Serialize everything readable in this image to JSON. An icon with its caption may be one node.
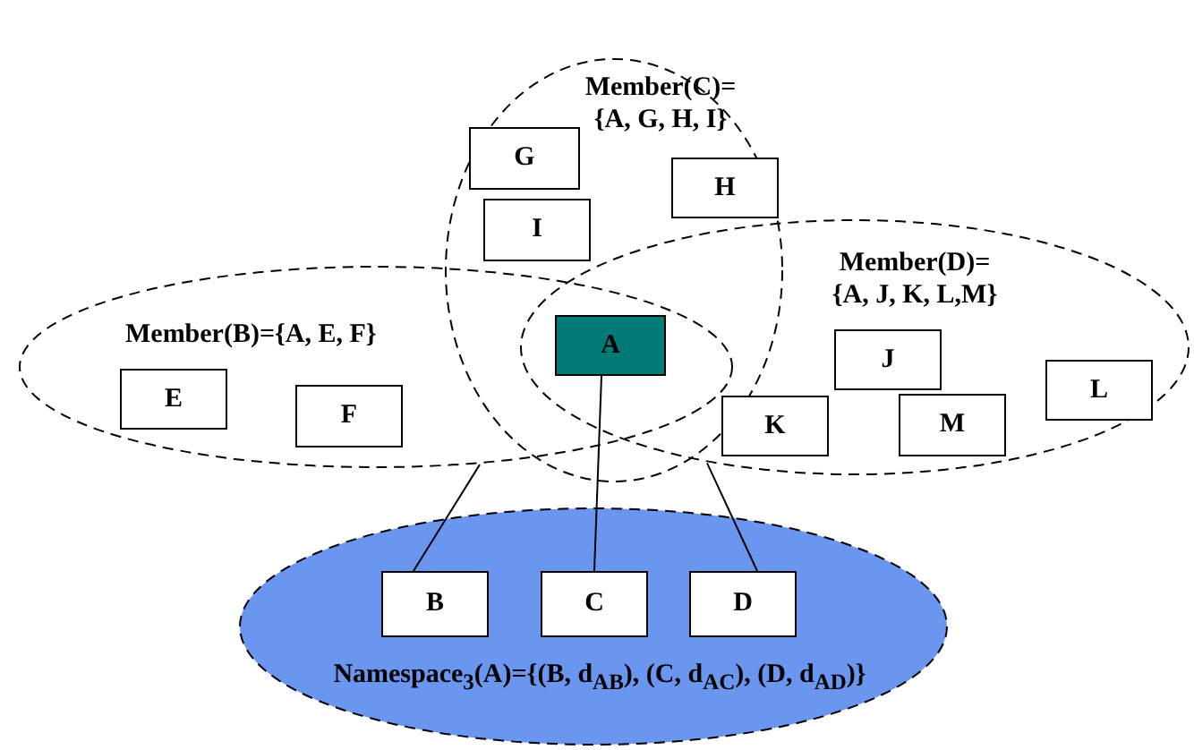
{
  "diagram": {
    "nodes": [
      {
        "text": [
          "Member(C)= {A, G, H, I}"
        ]
      },
      {
        "text": [
          "G"
        ],
        "in": 0
      },
      {
        "text": [
          "H"
        ],
        "in": 0
      },
      {
        "text": [
          "I"
        ],
        "in": 0
      },
      {
        "text": [
          "Member(B)={A, E, F}"
        ]
      },
      {
        "text": [
          "Member(D)= {A, J, K, L,M}"
        ]
      },
      {
        "text": [
          "A"
        ]
      },
      {
        "text": [
          "E"
        ],
        "in": 4
      },
      {
        "text": [
          "F"
        ],
        "in": 4
      },
      {
        "text": [
          "J"
        ],
        "in": 5
      },
      {
        "text": [
          "L"
        ],
        "in": 5
      },
      {
        "text": [
          "K"
        ],
        "in": 5
      },
      {
        "text": [
          "M"
        ],
        "in": 5
      },
      {
        "text": [
          "Namespace$_{3}$(A)={(B, d$_{AB}$), (C, d$_{AC}$), (D, d$_{AD}$)}"
        ]
      },
      {
        "text": [
          "B"
        ],
        "in": 13
      },
      {
        "text": [
          "C"
        ],
        "in": 13
      },
      {
        "text": [
          "D"
        ],
        "in": 13
      }
    ],
    "edges": [
      {
        "from": 4,
        "to": 14,
        "arrow": "none"
      },
      {
        "from": 6,
        "to": 15,
        "arrow": "none"
      },
      {
        "from": 5,
        "to": 16,
        "arrow": "none"
      }
    ]
  }
}
